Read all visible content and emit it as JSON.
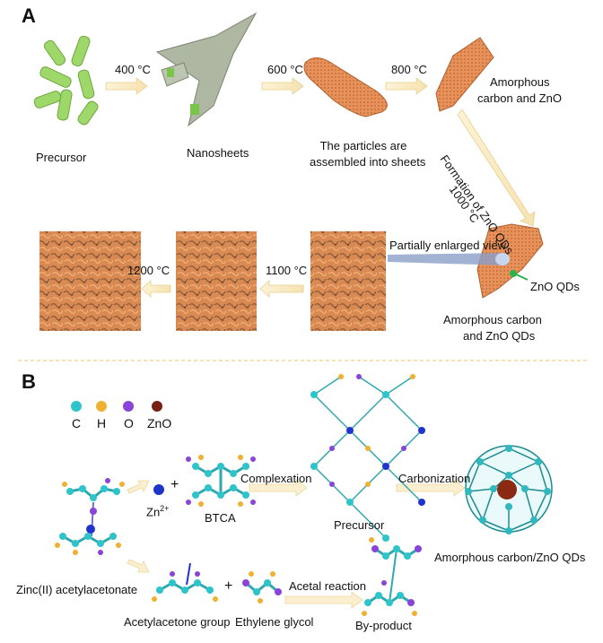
{
  "panel_a": {
    "label": "A",
    "step1": {
      "caption": "Precursor",
      "arrow": "400 °C"
    },
    "step2": {
      "caption": "Nanosheets",
      "arrow": "600 °C"
    },
    "step3": {
      "caption_line1": "The particles are",
      "caption_line2": "assembled into sheets",
      "arrow": "800 °C"
    },
    "step4": {
      "caption_line1": "Amorphous",
      "caption_line2": "carbon and ZnO"
    },
    "diag_arrow": {
      "label1": "Formation of ZnO QDs",
      "label2": "1000 °C"
    },
    "step5": {
      "caption_line1": "Amorphous carbon",
      "caption_line2": "and ZnO QDs",
      "qd_label": "ZnO QDs",
      "zoom_label": "Partially enlarged view"
    },
    "arrow_1100": "1100 °C",
    "arrow_1200": "1200 °C"
  },
  "panel_b": {
    "label": "B",
    "legend": [
      {
        "symbol": "C",
        "color": "#2fc4c9"
      },
      {
        "symbol": "H",
        "color": "#f0b030"
      },
      {
        "symbol": "O",
        "color": "#8a44d8"
      },
      {
        "symbol": "ZnO",
        "color": "#7a1f16"
      }
    ],
    "zinc_label": "Zinc(II)  acetylacetonate",
    "zn_ion": "Zn",
    "zn_charge": "2+",
    "btca": "BTCA",
    "complexation": "Complexation",
    "precursor": "Precursor",
    "carbonization": "Carbonization",
    "product": "Amorphous carbon/ZnO QDs",
    "acetylacetone": "Acetylacetone group",
    "ethylene_glycol": "Ethylene glycol",
    "acetal_reaction": "Acetal reaction",
    "byproduct": "By-product",
    "plus": "+"
  }
}
